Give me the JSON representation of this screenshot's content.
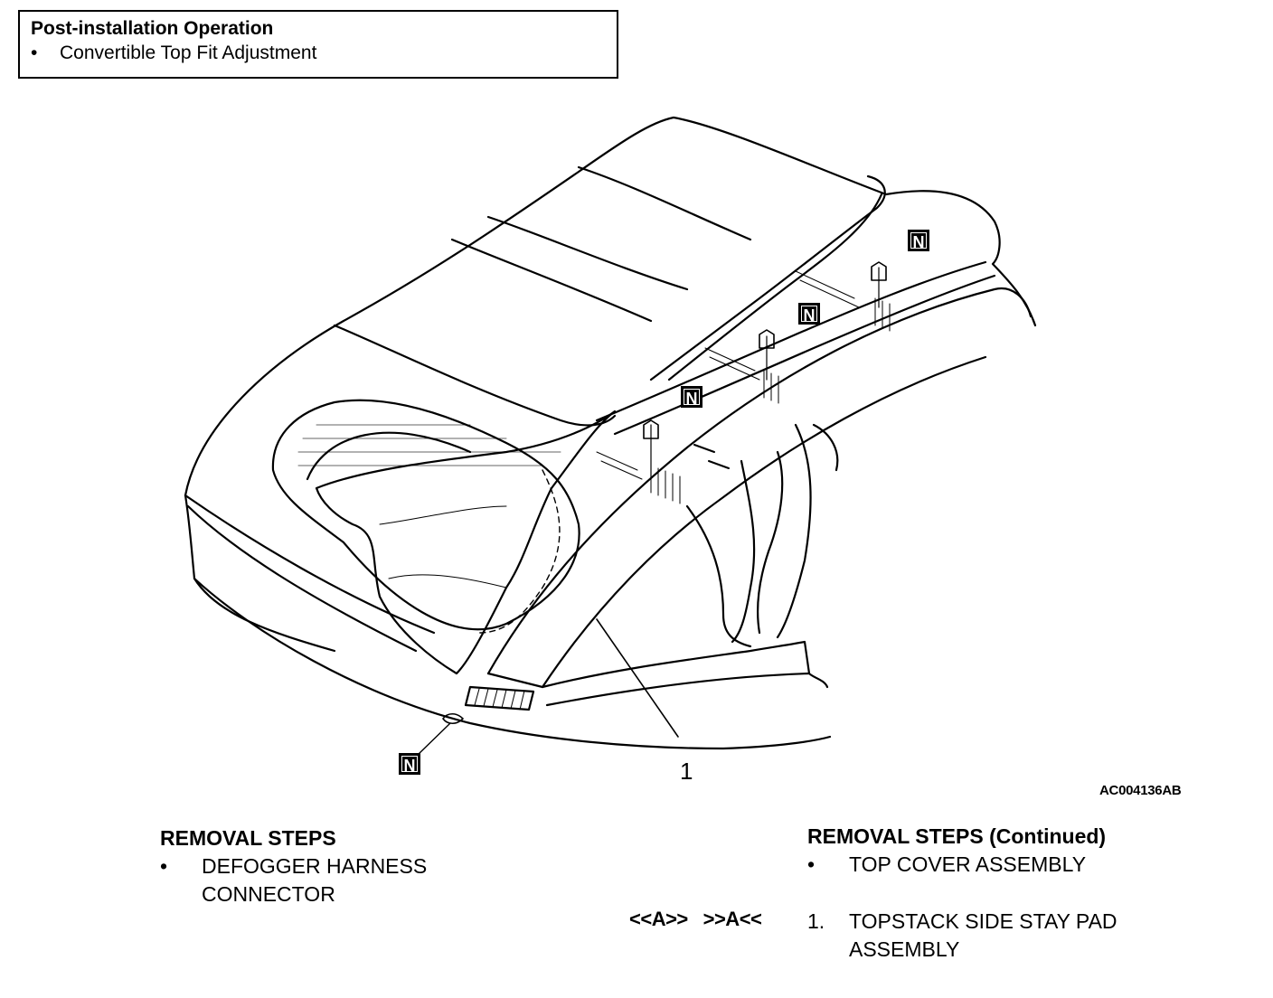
{
  "post_installation": {
    "title": "Post-installation Operation",
    "items": [
      "Convertible Top Fit Adjustment"
    ]
  },
  "figure": {
    "ref_code": "AC004136AB",
    "callout_1": "1",
    "n_label": "N"
  },
  "removal_steps": {
    "title": "REMOVAL STEPS",
    "items": [
      {
        "bullet": "•",
        "line1": "DEFOGGER HARNESS",
        "line2": "CONNECTOR"
      }
    ]
  },
  "removal_steps_continued": {
    "title": "REMOVAL STEPS (Continued)",
    "items": [
      {
        "bullet": "•",
        "line1": "TOP COVER ASSEMBLY"
      },
      {
        "marks": "<<A>>   >>A<<",
        "bullet": "1.",
        "line1": "TOPSTACK SIDE STAY PAD",
        "line2": "ASSEMBLY"
      }
    ]
  }
}
